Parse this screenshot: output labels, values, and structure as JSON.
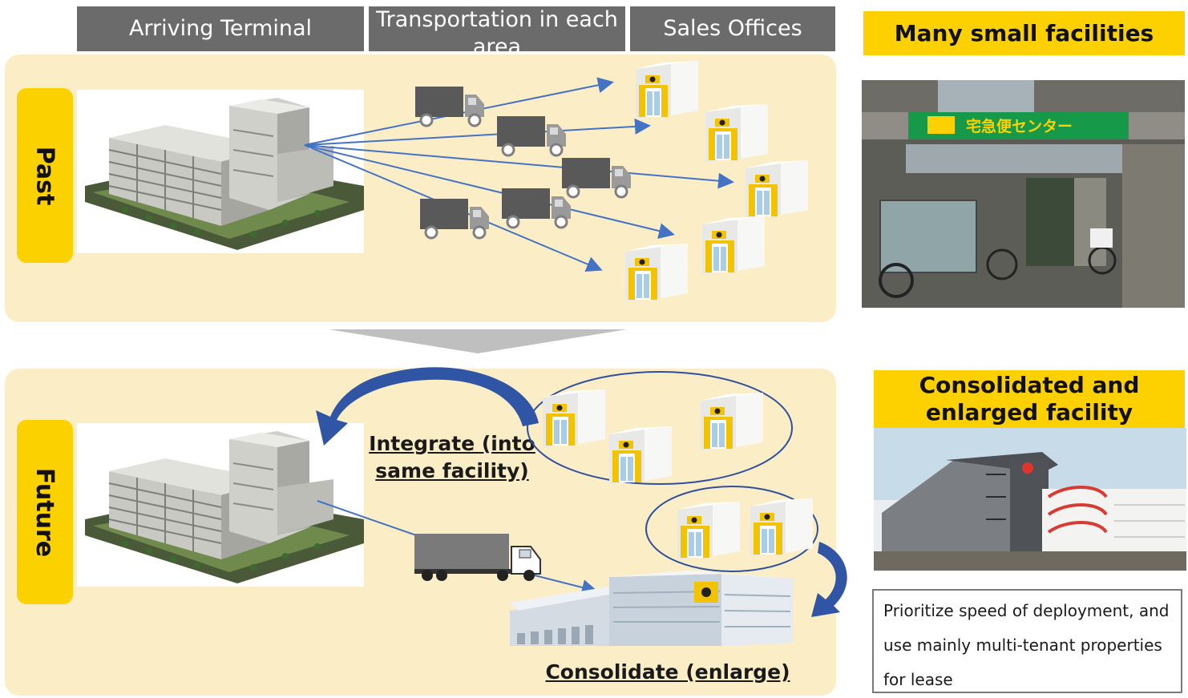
{
  "headers": {
    "arriving_terminal": "Arriving Terminal",
    "transportation": "Transportation in each area",
    "sales_offices": "Sales Offices"
  },
  "labels": {
    "past": "Past",
    "future": "Future"
  },
  "right": {
    "many_small": "Many small facilities",
    "consolidated": "Consolidated and enlarged facility",
    "note": "Prioritize speed of deployment, and use mainly multi-tenant properties for lease"
  },
  "captions": {
    "integrate": "Integrate (into same facility)",
    "consolidate": "Consolidate (enlarge)"
  },
  "sign": {
    "text": "宅急便センター"
  },
  "colors": {
    "header_bg": "#6b6b6b",
    "panel_bg": "#fbeec6",
    "yellow": "#fdd000",
    "arrow_blue": "#4472c4",
    "curve_arrow": "#2f55a4"
  }
}
